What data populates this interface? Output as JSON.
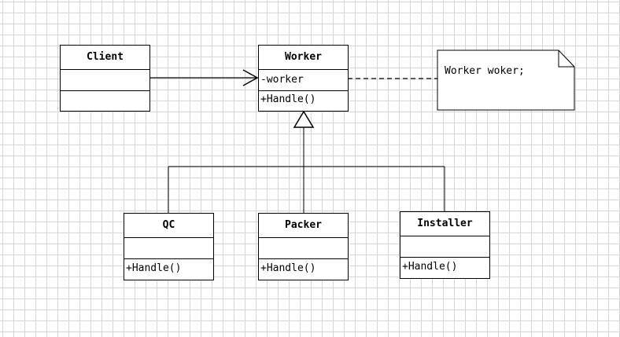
{
  "diagram": {
    "classes": {
      "client": {
        "name": "Client",
        "attributes": "",
        "operations": ""
      },
      "worker": {
        "name": "Worker",
        "attributes": "-worker",
        "operations": "+Handle()"
      },
      "qc": {
        "name": "QC",
        "attributes": "",
        "operations": "+Handle()"
      },
      "packer": {
        "name": "Packer",
        "attributes": "",
        "operations": "+Handle()"
      },
      "installer": {
        "name": "Installer",
        "attributes": "",
        "operations": "+Handle()"
      }
    },
    "note": {
      "text": "Worker woker;"
    },
    "relationships": [
      {
        "type": "association",
        "from": "Client",
        "to": "Worker"
      },
      {
        "type": "note-anchor",
        "from": "Worker",
        "to": "note"
      },
      {
        "type": "generalization",
        "from": "QC",
        "to": "Worker"
      },
      {
        "type": "generalization",
        "from": "Packer",
        "to": "Worker"
      },
      {
        "type": "generalization",
        "from": "Installer",
        "to": "Worker"
      }
    ]
  },
  "colors": {
    "grid": "#d6d6d6",
    "stroke": "#000000",
    "background": "#ffffff"
  }
}
